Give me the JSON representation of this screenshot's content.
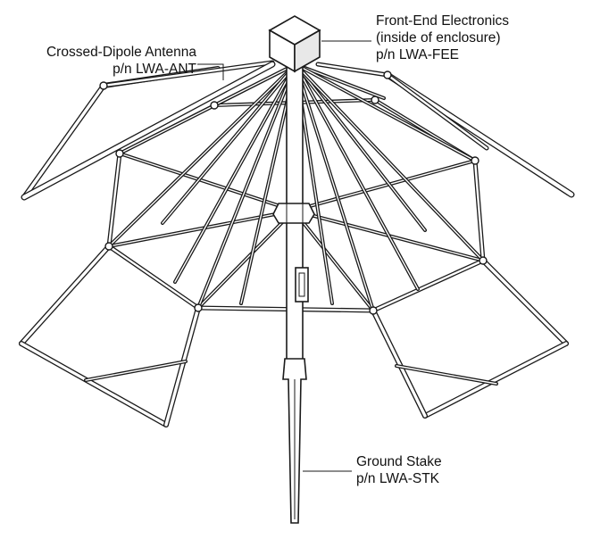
{
  "callouts": {
    "antenna": {
      "line1": "Crossed-Dipole Antenna",
      "line2": "p/n LWA-ANT"
    },
    "fee": {
      "line1": "Front-End Electronics",
      "line2": "(inside of enclosure)",
      "line3": "p/n LWA-FEE"
    },
    "stake": {
      "line1": "Ground Stake",
      "line2": "p/n LWA-STK"
    }
  },
  "colors": {
    "line": "#1a1a1a",
    "fill": "#ffffff",
    "enclosure_side": "#e8e8e8"
  }
}
